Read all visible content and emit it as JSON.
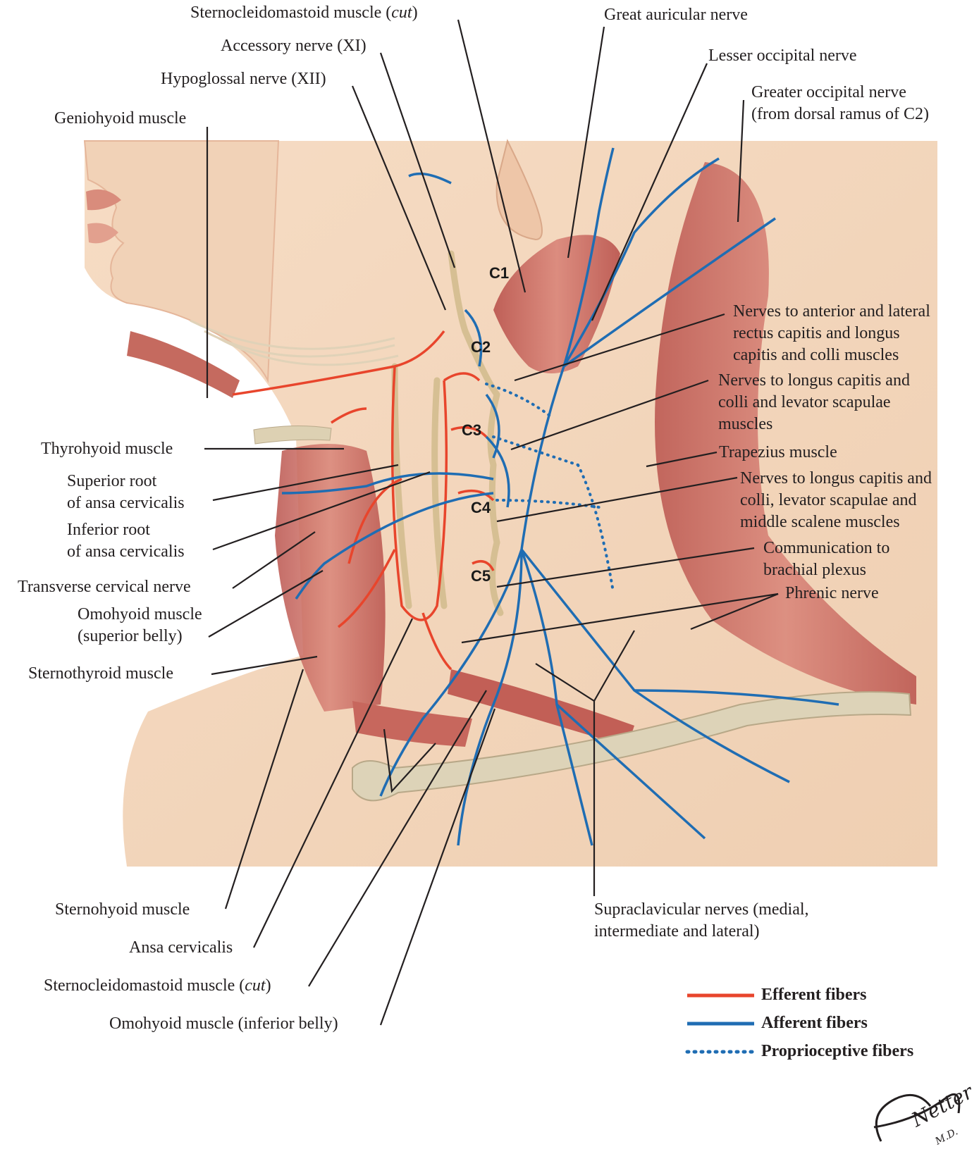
{
  "labels": {
    "scm_cut_top": {
      "text": "Sternocleidomastoid muscle (",
      "italic": "cut",
      "tail": ")"
    },
    "accessory": "Accessory nerve (XI)",
    "hypoglossal": "Hypoglossal nerve (XII)",
    "geniohyoid": "Geniohyoid muscle",
    "great_auricular": "Great auricular nerve",
    "lesser_occipital": "Lesser occipital nerve",
    "greater_occipital_1": "Greater occipital nerve",
    "greater_occipital_2": "(from dorsal ramus of C2)",
    "rectus_1": "Nerves to anterior and lateral",
    "rectus_2": "rectus capitis and longus",
    "rectus_3": "capitis and colli muscles",
    "longus1_1": "Nerves to longus capitis and",
    "longus1_2": "colli and levator scapulae",
    "longus1_3": "muscles",
    "trapezius": "Trapezius muscle",
    "longus2_1": "Nerves to longus capitis and",
    "longus2_2": "colli, levator scapulae and",
    "longus2_3": "middle scalene muscles",
    "communication_1": "Communication to",
    "communication_2": "brachial plexus",
    "phrenic": "Phrenic nerve",
    "thyrohyoid": "Thyrohyoid muscle",
    "superior_root_1": "Superior root",
    "superior_root_2": "of ansa cervicalis",
    "inferior_root_1": "Inferior root",
    "inferior_root_2": "of ansa cervicalis",
    "transverse_cervical": "Transverse cervical nerve",
    "omohyoid_sup_1": "Omohyoid muscle",
    "omohyoid_sup_2": "(superior belly)",
    "sternothyroid": "Sternothyroid muscle",
    "sternohyoid": "Sternohyoid muscle",
    "ansa": "Ansa cervicalis",
    "scm_cut_bottom": {
      "text": "Sternocleidomastoid muscle (",
      "italic": "cut",
      "tail": ")"
    },
    "omohyoid_inf": "Omohyoid muscle (inferior belly)",
    "supraclavicular_1": "Supraclavicular nerves (medial,",
    "supraclavicular_2": "intermediate and lateral)"
  },
  "segments": [
    "C1",
    "C2",
    "C3",
    "C4",
    "C5"
  ],
  "legend": {
    "efferent": "Efferent fibers",
    "afferent": "Afferent fibers",
    "proprioceptive": "Proprioceptive fibers"
  },
  "colors": {
    "efferent": "#e8452c",
    "afferent": "#1f6db3",
    "skin": "#f3d7bd",
    "muscle": "#c4635a",
    "nerve_tan": "#d9c39a",
    "bone": "#d8ceb3",
    "leader": "#231f20"
  },
  "signature": "F. Netter M.D."
}
